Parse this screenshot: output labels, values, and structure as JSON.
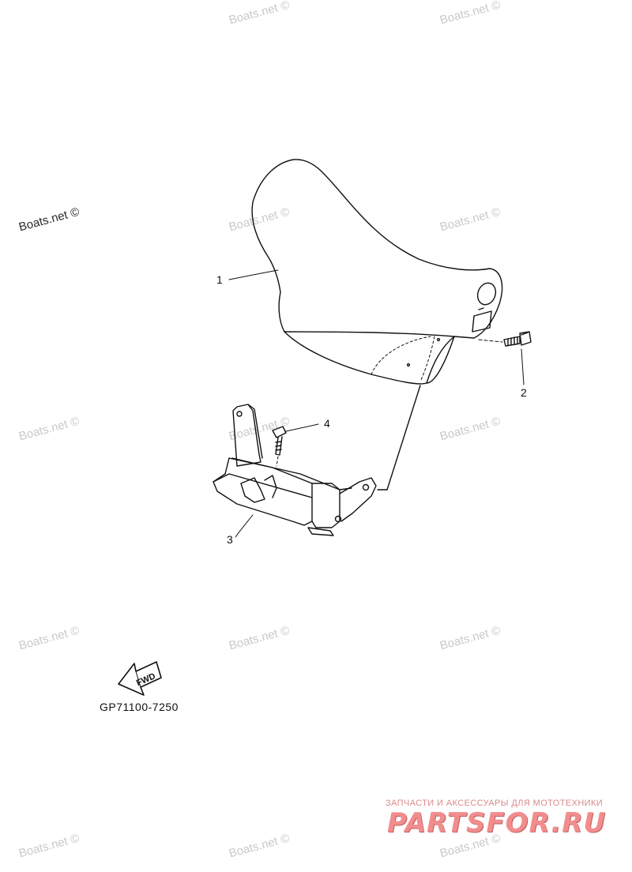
{
  "watermark": "Boats.net ©",
  "callouts": {
    "p1": "1",
    "p2": "2",
    "p3": "3",
    "p4": "4"
  },
  "fwd_label": "FWD",
  "diagram_code": "GP71100-7250",
  "brand": {
    "tagline": "ЗАПЧАСТИ И АКСЕССУАРЫ ДЛЯ МОТОТЕХНИКИ",
    "name": "PARTSFOR.RU"
  }
}
